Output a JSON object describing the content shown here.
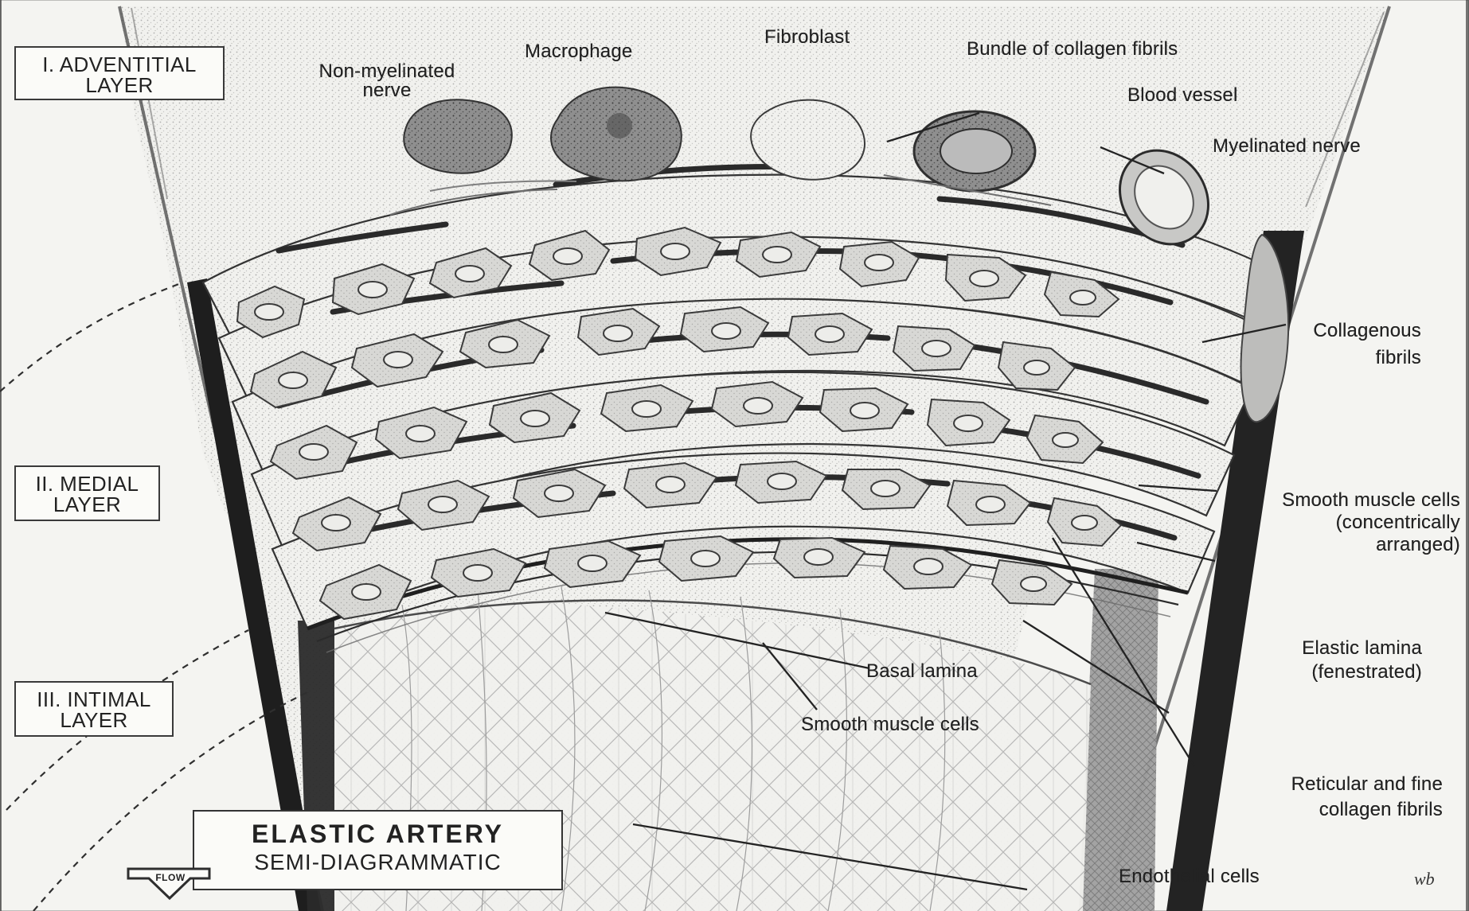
{
  "layers": {
    "adventitial": [
      "I. ADVENTITIAL",
      "LAYER"
    ],
    "medial": [
      "II. MEDIAL",
      "LAYER"
    ],
    "intimal": [
      "III. INTIMAL",
      "LAYER"
    ]
  },
  "labels": {
    "non_myelinated_nerve": [
      "Non-myelinated",
      "nerve"
    ],
    "macrophage": "Macrophage",
    "fibroblast": "Fibroblast",
    "bundle_collagen": "Bundle of collagen fibrils",
    "blood_vessel": "Blood vessel",
    "myelinated_nerve": "Myelinated nerve",
    "collagenous_fibrils": [
      "Collagenous",
      "fibrils"
    ],
    "smooth_muscle_cells_right": [
      "Smooth muscle cells",
      "(concentrically",
      "arranged)"
    ],
    "elastic_lamina": [
      "Elastic lamina",
      "(fenestrated)"
    ],
    "basal_lamina": "Basal lamina",
    "smooth_muscle_cells_center": "Smooth muscle cells",
    "reticular_collagen": [
      "Reticular and fine",
      "collagen fibrils"
    ],
    "endothelial_cells": "Endothelial cells"
  },
  "title": {
    "main": "ELASTIC ARTERY",
    "sub": "SEMI-DIAGRAMMATIC"
  },
  "flow_label": "FLOW",
  "signature": "wb"
}
